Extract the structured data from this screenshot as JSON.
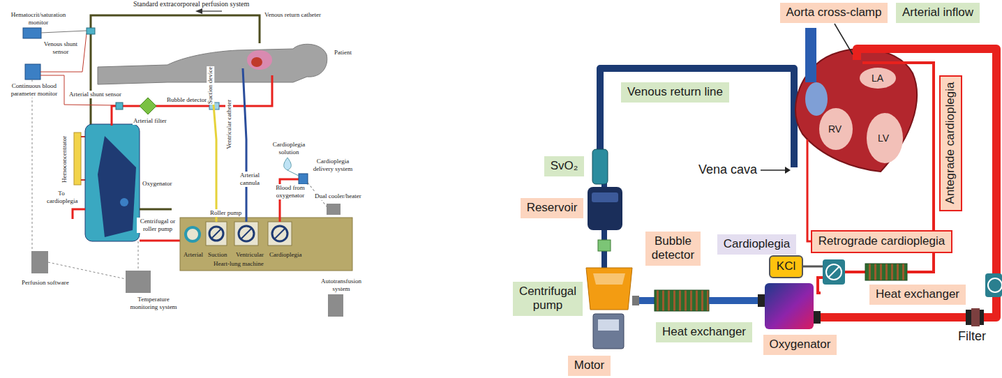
{
  "diagram": {
    "nodes": [
      {
        "text": [
          "Aorta cross-clamp"
        ]
      },
      {
        "text": [
          "Arterial inflow"
        ]
      },
      {
        "text": [
          "Venous return line"
        ]
      },
      {
        "text": [
          "Antegrade cardioplegia"
        ]
      },
      {
        "text": [
          "SvO₂"
        ]
      },
      {
        "text": [
          "Reservoir"
        ]
      },
      {
        "text": [
          "Bubble detector"
        ]
      },
      {
        "text": [
          "Cardioplegia"
        ]
      },
      {
        "text": [
          "KCl"
        ]
      },
      {
        "text": [
          "Retrograde cardioplegia"
        ]
      },
      {
        "text": [
          "Centrifugal pump"
        ]
      },
      {
        "text": [
          "Heat exchanger"
        ]
      },
      {
        "text": [
          "Heat exchanger"
        ]
      },
      {
        "text": [
          "Motor"
        ]
      },
      {
        "text": [
          "Oxygenator"
        ]
      }
    ],
    "labels": [
      "Standard extracorporeal perfusion system",
      "Hematocrit/saturation monitor",
      "Venous shunt sensor",
      "Continuous blood parameter monitor",
      "Arterial shunt sensor",
      "Bubble detector",
      "Arterial filter",
      "Hemoconcentrator",
      "Oxygenator",
      "To cardioplegia",
      "Perfusion software",
      "Temperature monitoring system",
      "Centrifugal or roller pump",
      "Roller pump",
      "Arterial",
      "Suction",
      "Ventricular",
      "Cardioplegia",
      "Heart-lung machine",
      "Autotransfusion system",
      "Dual cooler/heater",
      "Cardioplegia delivery system",
      "Blood from oxygenator",
      "Cardioplegia solution",
      "Arterial cannula",
      "Ventricular catheter",
      "Suction device",
      "Venous return catheter",
      "Patient",
      "Vena cava",
      "Filter",
      "LA",
      "RV",
      "LV"
    ]
  }
}
